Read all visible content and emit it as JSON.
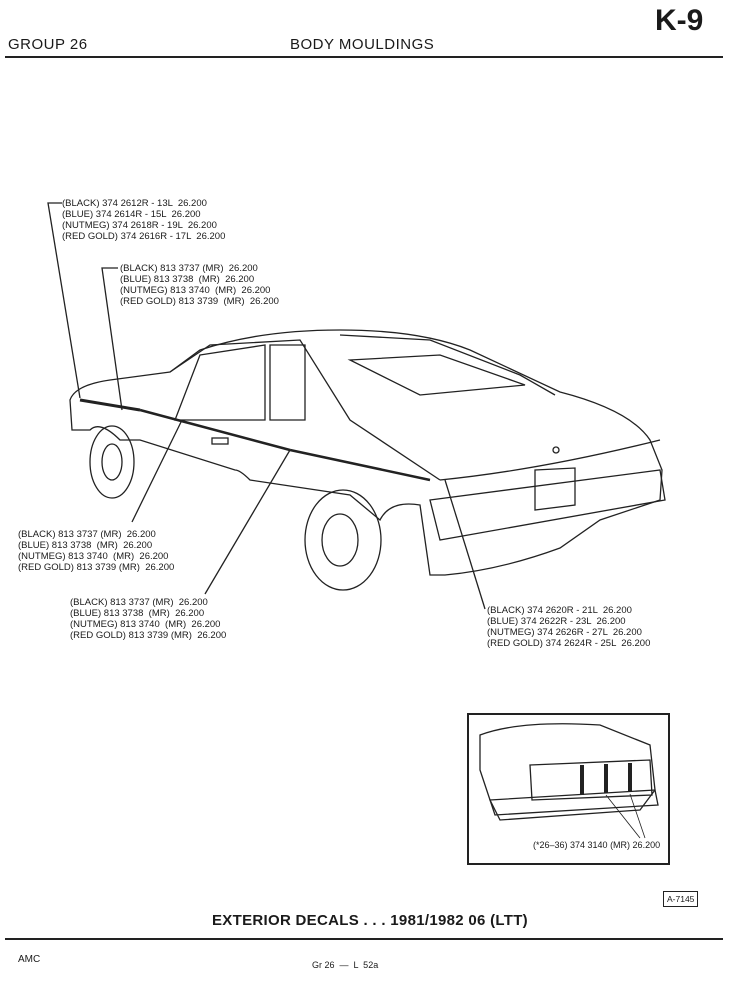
{
  "header": {
    "group": "GROUP 26",
    "title": "BODY MOULDINGS",
    "page_code": "K-9"
  },
  "callouts": {
    "front_fender": [
      "(BLACK) 374 2612R - 13L  26.200",
      "(BLUE) 374 2614R - 15L  26.200",
      "(NUTMEG) 374 2618R - 19L  26.200",
      "(RED GOLD) 374 2616R - 17L  26.200"
    ],
    "door_upper": [
      "(BLACK) 813 3737 (MR)  26.200",
      "(BLUE) 813 3738  (MR)  26.200",
      "(NUTMEG) 813 3740  (MR)  26.200",
      "(RED GOLD) 813 3739  (MR)  26.200"
    ],
    "door_front": [
      "(BLACK) 813 3737 (MR)  26.200",
      "(BLUE) 813 3738  (MR)  26.200",
      "(NUTMEG) 813 3740  (MR)  26.200",
      "(RED GOLD) 813 3739 (MR)  26.200"
    ],
    "door_rear": [
      "(BLACK) 813 3737 (MR)  26.200",
      "(BLUE) 813 3738  (MR)  26.200",
      "(NUTMEG) 813 3740  (MR)  26.200",
      "(RED GOLD) 813 3739 (MR)  26.200"
    ],
    "quarter": [
      "(BLACK) 374 2620R - 21L  26.200",
      "(BLUE) 374 2622R - 23L  26.200",
      "(NUTMEG) 374 2626R - 27L  26.200",
      "(RED GOLD) 374 2624R - 25L  26.200"
    ]
  },
  "inset": {
    "label": "(*26–36) 374 3140 (MR)  26.200"
  },
  "figure_ref": "A-7145",
  "caption": "EXTERIOR DECALS . . . 1981/1982  06 (LTT)",
  "footer": {
    "brand": "AMC",
    "folio": "Gr 26  —  L  52a"
  }
}
